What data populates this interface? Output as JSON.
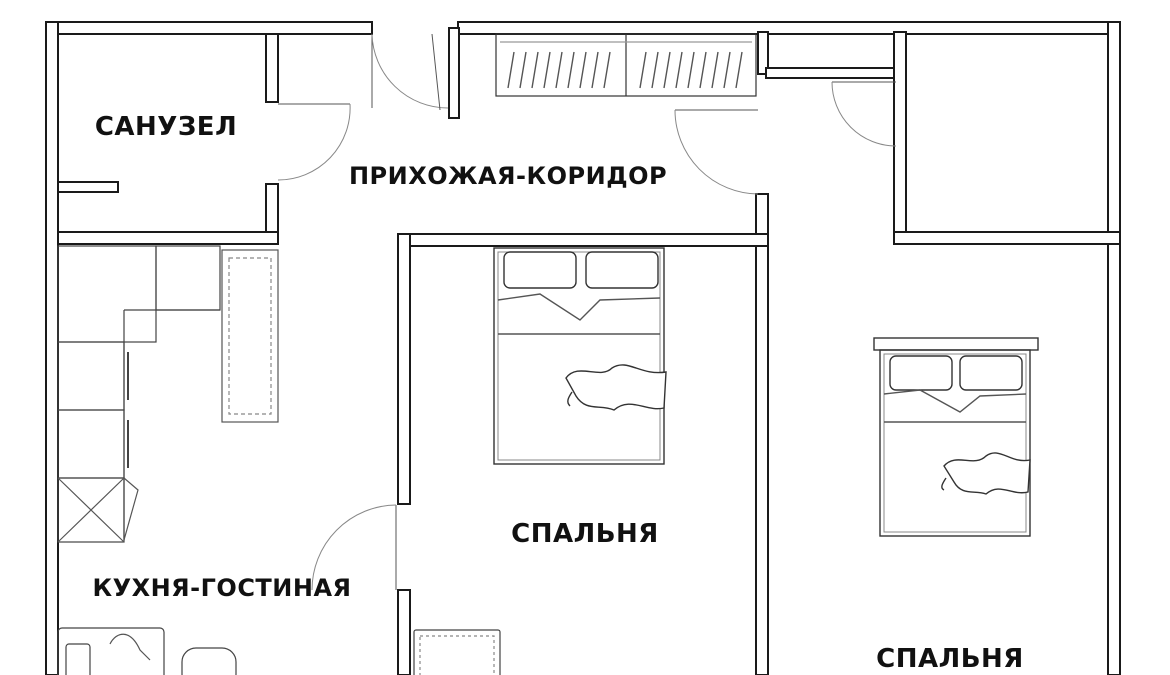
{
  "colors": {
    "wall_fill": "#ffffff",
    "wall_stroke": "#1a1a1a",
    "furniture_stroke": "#333333",
    "background": "#ffffff"
  },
  "rooms": {
    "bathroom": {
      "label": "САНУЗЕЛ"
    },
    "hallway": {
      "label": "ПРИХОЖАЯ-КОРИДОР"
    },
    "kitchen_living": {
      "label": "КУХНЯ-ГОСТИНАЯ"
    },
    "bedroom_1": {
      "label": "СПАЛЬНЯ"
    },
    "bedroom_2": {
      "label": "СПАЛЬНЯ"
    }
  },
  "icons": {
    "door": "door-swing-icon",
    "bed": "double-bed-icon",
    "wardrobe": "wardrobe-icon",
    "sofa": "sofa-icon"
  }
}
